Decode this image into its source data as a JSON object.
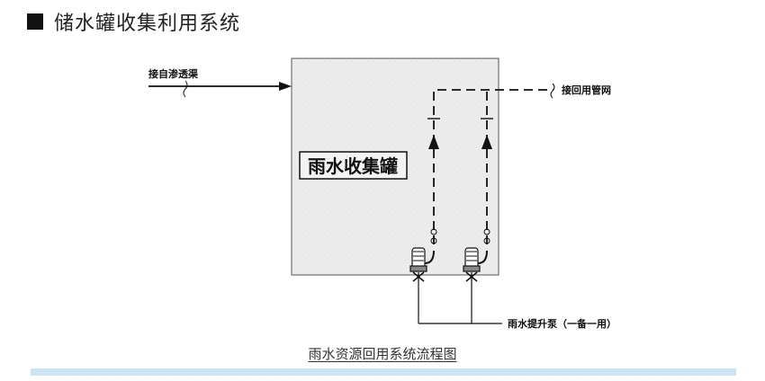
{
  "header": {
    "title": "储水罐收集利用系统"
  },
  "diagram": {
    "tank_label": "雨水收集罐",
    "inlet_label": "接自渗透渠",
    "outlet_label": "接回用管网",
    "pump_label": "雨水提升泵（一备一用）"
  },
  "caption": "雨水资源回用系统流程图",
  "colors": {
    "tank_fill": "#ececec",
    "bar": "#cde5f3"
  }
}
